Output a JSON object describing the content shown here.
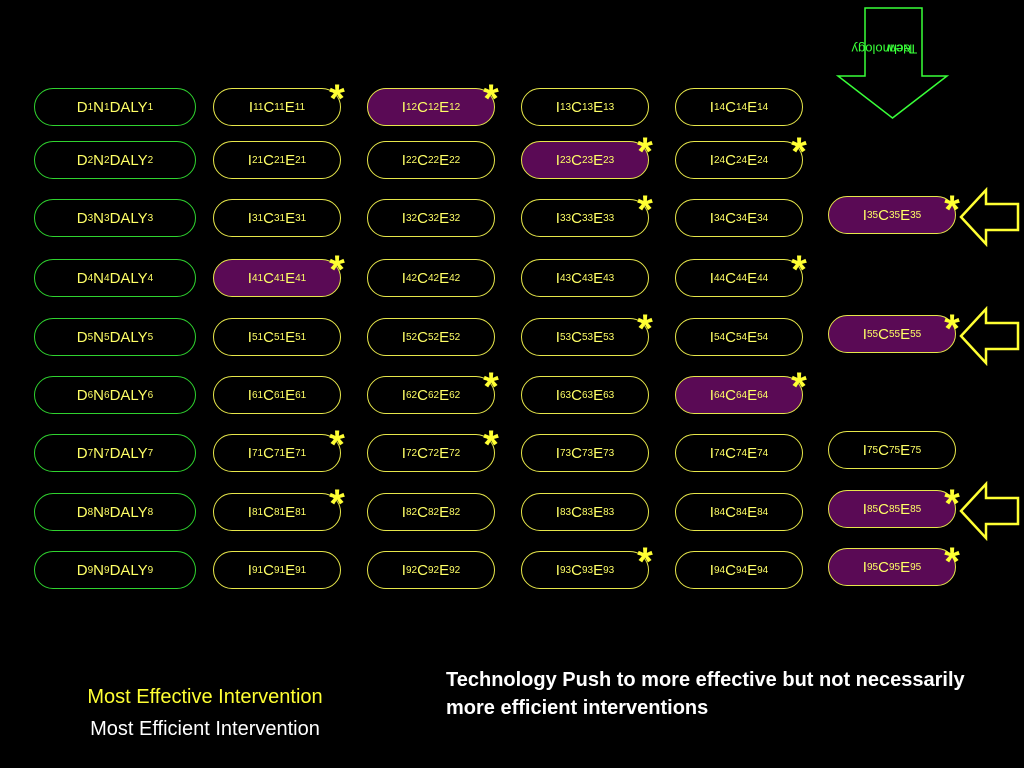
{
  "rows": [
    {
      "d": [
        "1",
        "1",
        "1"
      ],
      "interventions": [
        {
          "col": 1,
          "sub": "11",
          "filled": false,
          "star": true
        },
        {
          "col": 2,
          "sub": "12",
          "filled": true,
          "star": true
        },
        {
          "col": 3,
          "sub": "13",
          "filled": false,
          "star": false
        },
        {
          "col": 4,
          "sub": "14",
          "filled": false,
          "star": false
        }
      ]
    },
    {
      "d": [
        "2",
        "2",
        "2"
      ],
      "interventions": [
        {
          "col": 1,
          "sub": "21",
          "filled": false,
          "star": false
        },
        {
          "col": 2,
          "sub": "22",
          "filled": false,
          "star": false
        },
        {
          "col": 3,
          "sub": "23",
          "filled": true,
          "star": true
        },
        {
          "col": 4,
          "sub": "24",
          "filled": false,
          "star": true
        }
      ]
    },
    {
      "d": [
        "3",
        "3",
        "3"
      ],
      "interventions": [
        {
          "col": 1,
          "sub": "31",
          "filled": false,
          "star": false
        },
        {
          "col": 2,
          "sub": "32",
          "filled": false,
          "star": false
        },
        {
          "col": 3,
          "sub": "33",
          "filled": false,
          "star": true
        },
        {
          "col": 4,
          "sub": "34",
          "filled": false,
          "star": false
        },
        {
          "col": 5,
          "sub": "35",
          "filled": true,
          "star": true
        }
      ]
    },
    {
      "d": [
        "4",
        "4",
        "4"
      ],
      "interventions": [
        {
          "col": 1,
          "sub": "41",
          "filled": true,
          "star": true
        },
        {
          "col": 2,
          "sub": "42",
          "filled": false,
          "star": false
        },
        {
          "col": 3,
          "sub": "43",
          "filled": false,
          "star": false
        },
        {
          "col": 4,
          "sub": "44",
          "filled": false,
          "star": true
        }
      ]
    },
    {
      "d": [
        "5",
        "5",
        "5"
      ],
      "interventions": [
        {
          "col": 1,
          "sub": "51",
          "filled": false,
          "star": false
        },
        {
          "col": 2,
          "sub": "52",
          "filled": false,
          "star": false
        },
        {
          "col": 3,
          "sub": "53",
          "filled": false,
          "star": true
        },
        {
          "col": 4,
          "sub": "54",
          "filled": false,
          "star": false
        },
        {
          "col": 5,
          "sub": "55",
          "filled": true,
          "star": true
        }
      ]
    },
    {
      "d": [
        "6",
        "6",
        "6"
      ],
      "interventions": [
        {
          "col": 1,
          "sub": "61",
          "filled": false,
          "star": false
        },
        {
          "col": 2,
          "sub": "62",
          "filled": false,
          "star": true
        },
        {
          "col": 3,
          "sub": "63",
          "filled": false,
          "star": false
        },
        {
          "col": 4,
          "sub": "64",
          "filled": true,
          "star": true
        }
      ]
    },
    {
      "d": [
        "7",
        "7",
        "7"
      ],
      "interventions": [
        {
          "col": 1,
          "sub": "71",
          "filled": false,
          "star": true
        },
        {
          "col": 2,
          "sub": "72",
          "filled": false,
          "star": true
        },
        {
          "col": 3,
          "sub": "73",
          "filled": false,
          "star": false
        },
        {
          "col": 4,
          "sub": "74",
          "filled": false,
          "star": false
        },
        {
          "col": 5,
          "sub": "75",
          "filled": false,
          "star": false
        }
      ]
    },
    {
      "d": [
        "8",
        "8",
        "8"
      ],
      "interventions": [
        {
          "col": 1,
          "sub": "81",
          "filled": false,
          "star": true
        },
        {
          "col": 2,
          "sub": "82",
          "filled": false,
          "star": false
        },
        {
          "col": 3,
          "sub": "83",
          "filled": false,
          "star": false
        },
        {
          "col": 4,
          "sub": "84",
          "filled": false,
          "star": false
        },
        {
          "col": 5,
          "sub": "85",
          "filled": true,
          "star": true
        }
      ]
    },
    {
      "d": [
        "9",
        "9",
        "9"
      ],
      "interventions": [
        {
          "col": 1,
          "sub": "91",
          "filled": false,
          "star": false
        },
        {
          "col": 2,
          "sub": "92",
          "filled": false,
          "star": false
        },
        {
          "col": 3,
          "sub": "93",
          "filled": false,
          "star": true
        },
        {
          "col": 4,
          "sub": "94",
          "filled": false,
          "star": false
        },
        {
          "col": 5,
          "sub": "95",
          "filled": true,
          "star": true
        }
      ]
    }
  ],
  "labels": {
    "d": "D",
    "n": "N",
    "daly": "DALY",
    "i": "I",
    "c": "C",
    "e": "E",
    "star": "*"
  },
  "new_tech_rows": [
    3,
    5,
    8
  ],
  "new_technology": {
    "line1": "New",
    "line2": "Technology"
  },
  "legend": {
    "effective": "Most Effective Intervention",
    "efficient": "Most Efficient Intervention"
  },
  "note": "Technology Push to more effective but not necessarily more efficient interventions",
  "colors": {
    "green": "#2fd22f",
    "yellow": "#ffff66",
    "purple": "#5a0a55",
    "star": "#ffff33"
  }
}
